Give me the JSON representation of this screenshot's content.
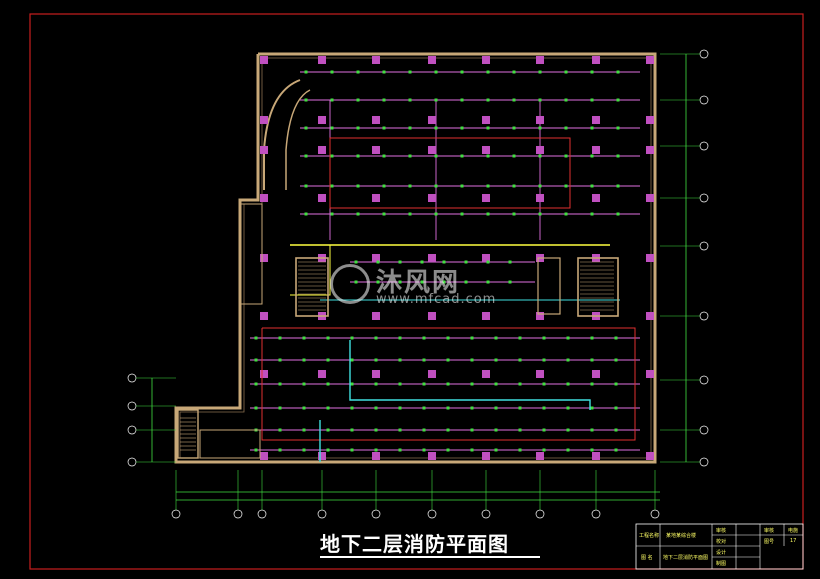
{
  "drawing": {
    "title": "地下二层消防平面图",
    "colors": {
      "background": "#000000",
      "border": "#c81e1e",
      "wall": "#c8a878",
      "gridline": "#ffffff",
      "sprinkler_pipe": "#e070e0",
      "sprinkler_head": "#40e040",
      "hydrant_pipe": "#e03030",
      "feed_pipe": "#40e0e0",
      "column": "#c050c0",
      "yellow": "#ffff40",
      "label": "#ffff66"
    }
  },
  "watermark": {
    "name": "沐风网",
    "url": "www.mfcad.com"
  },
  "title_block": {
    "project_label": "工程名称",
    "project_value": "某地某综合楼",
    "drawing_label": "图 名",
    "drawing_value": "地下二层消防平面图",
    "review": "审核",
    "check": "校对",
    "design": "设计",
    "draw": "制图",
    "sheet_no_label": "图号",
    "sheet_no": "17",
    "spec": "电施"
  }
}
